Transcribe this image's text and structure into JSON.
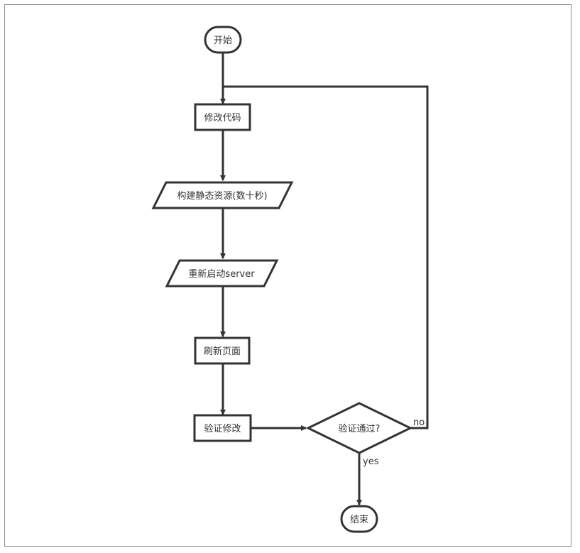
{
  "flowchart": {
    "nodes": {
      "start": "开始",
      "modify_code": "修改代码",
      "build_assets": "构建静态资源(数十秒)",
      "restart_server": "重新启动server",
      "refresh_page": "刷新页面",
      "verify_change": "验证修改",
      "verify_passed": "验证通过?",
      "end": "结束"
    },
    "edges": {
      "no_label": "no",
      "yes_label": "yes"
    }
  },
  "colors": {
    "stroke": "#333333",
    "text": "#333333",
    "frame": "#8c8c8c",
    "background": "#ffffff"
  }
}
